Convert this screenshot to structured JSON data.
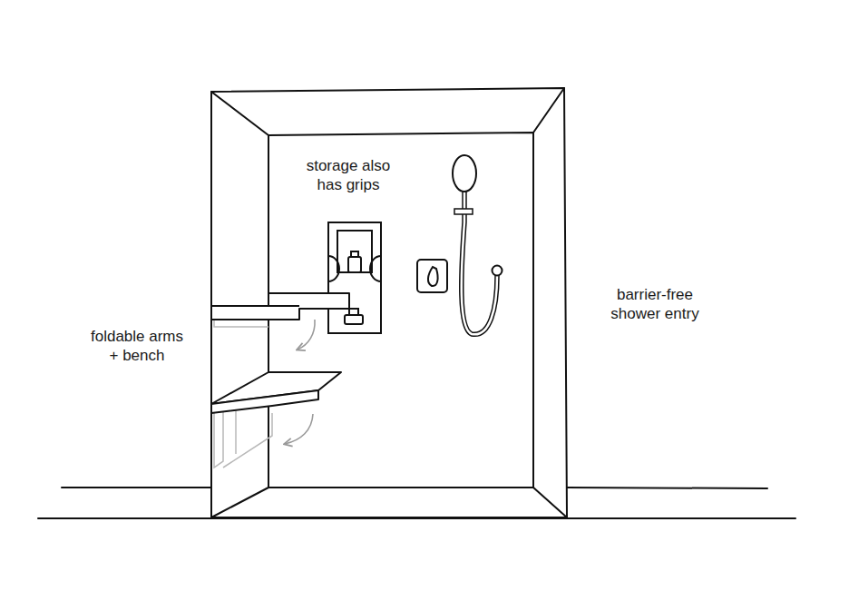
{
  "diagram": {
    "labels": [
      "storage also has grips",
      "barrier-free shower entry",
      "foldable arms + bench"
    ]
  }
}
